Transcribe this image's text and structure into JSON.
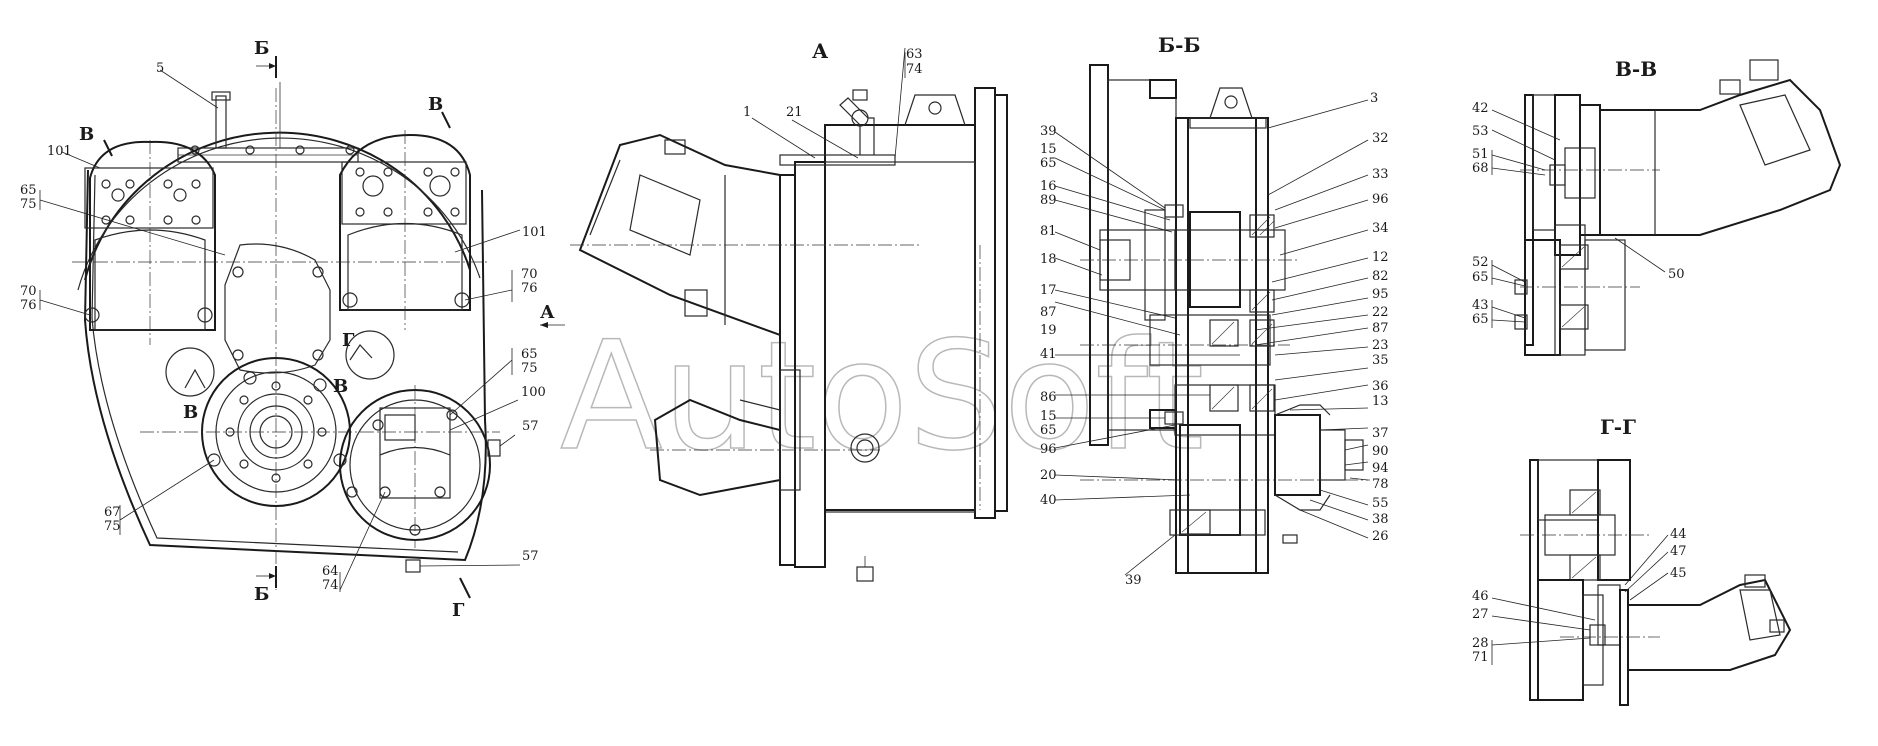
{
  "watermark": "AutoSoft",
  "view_titles": [
    "А",
    "Б-Б",
    "В-В",
    "Г-Г"
  ],
  "section_marks": [
    {
      "id": "b_top",
      "text": "Б"
    },
    {
      "id": "b_bottom",
      "text": "Б"
    },
    {
      "id": "v_top_left",
      "text": "В"
    },
    {
      "id": "v_top_right",
      "text": "В"
    },
    {
      "id": "v_mid",
      "text": "В"
    },
    {
      "id": "v_lower",
      "text": "В"
    },
    {
      "id": "g_mid",
      "text": "Г"
    },
    {
      "id": "g_bottom",
      "text": "Г"
    },
    {
      "id": "a_arrow",
      "text": "А"
    }
  ],
  "callouts": {
    "left": [
      "5",
      "101",
      "65",
      "75",
      "70",
      "76",
      "101",
      "70",
      "76",
      "65",
      "75",
      "100",
      "57",
      "67",
      "75",
      "57",
      "64",
      "74"
    ],
    "view_a": [
      "63",
      "74",
      "1",
      "21"
    ],
    "view_bb": [
      "39",
      "15",
      "65",
      "16",
      "89",
      "81",
      "18",
      "17",
      "87",
      "19",
      "41",
      "86",
      "15",
      "65",
      "96",
      "20",
      "40",
      "39",
      "3",
      "32",
      "33",
      "96",
      "34",
      "12",
      "82",
      "95",
      "22",
      "87",
      "23",
      "35",
      "36",
      "13",
      "37",
      "90",
      "94",
      "78",
      "55",
      "38",
      "26"
    ],
    "view_vv": [
      "42",
      "53",
      "51",
      "68",
      "52",
      "65",
      "43",
      "65",
      "50"
    ],
    "view_gg": [
      "44",
      "47",
      "45",
      "46",
      "27",
      "28",
      "71"
    ]
  }
}
